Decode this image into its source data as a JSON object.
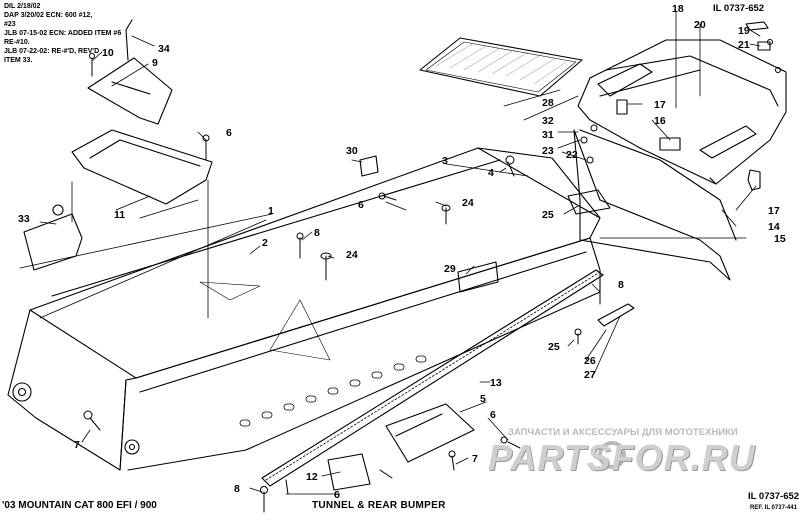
{
  "header": {
    "revision_notes": [
      "DIL 2/18/02",
      "DAP 3/20/02 ECN: 600 #12,",
      "#23",
      "JLB 07-15-02 ECN: ADDED ITEM #6",
      "RE-#10.",
      "JLB 07-22-02: RE-#'D, REV'D",
      "ITEM 33."
    ],
    "illustration_number": "IL 0737-652"
  },
  "footer": {
    "model": "'03 MOUNTAIN CAT 800 EFI / 900",
    "title": "TUNNEL & REAR BUMPER",
    "illustration_number": "IL 0737-652",
    "reference": "REF. IL 0737-441"
  },
  "watermark": {
    "subtitle": "ЗАПЧАСТИ И АКСЕССУАРЫ ДЛЯ МОТОТЕХНИКИ",
    "logo": "PARTSFOR.RU"
  },
  "callouts": [
    "1",
    "2",
    "3",
    "4",
    "5",
    "6",
    "6",
    "6",
    "6",
    "7",
    "7",
    "8",
    "8",
    "8",
    "9",
    "10",
    "11",
    "12",
    "13",
    "14",
    "15",
    "16",
    "17",
    "17",
    "18",
    "19",
    "20",
    "21",
    "22",
    "23",
    "24",
    "24",
    "25",
    "25",
    "26",
    "27",
    "28",
    "29",
    "30",
    "31",
    "32",
    "33",
    "34"
  ]
}
